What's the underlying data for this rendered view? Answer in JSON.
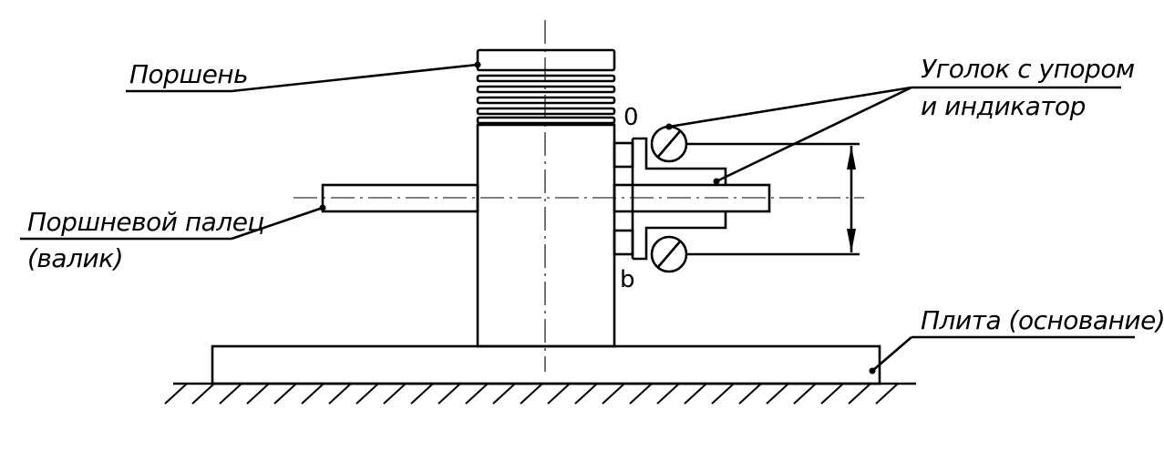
{
  "labels": {
    "piston": "Поршень",
    "angle_line1": "Уголок с упором",
    "angle_line2": "и индикатор",
    "pin_line1": "Поршневой палец",
    "pin_line2": "(валик)",
    "plate": "Плита (основание)",
    "mark_top": "0",
    "mark_bottom": "b"
  }
}
